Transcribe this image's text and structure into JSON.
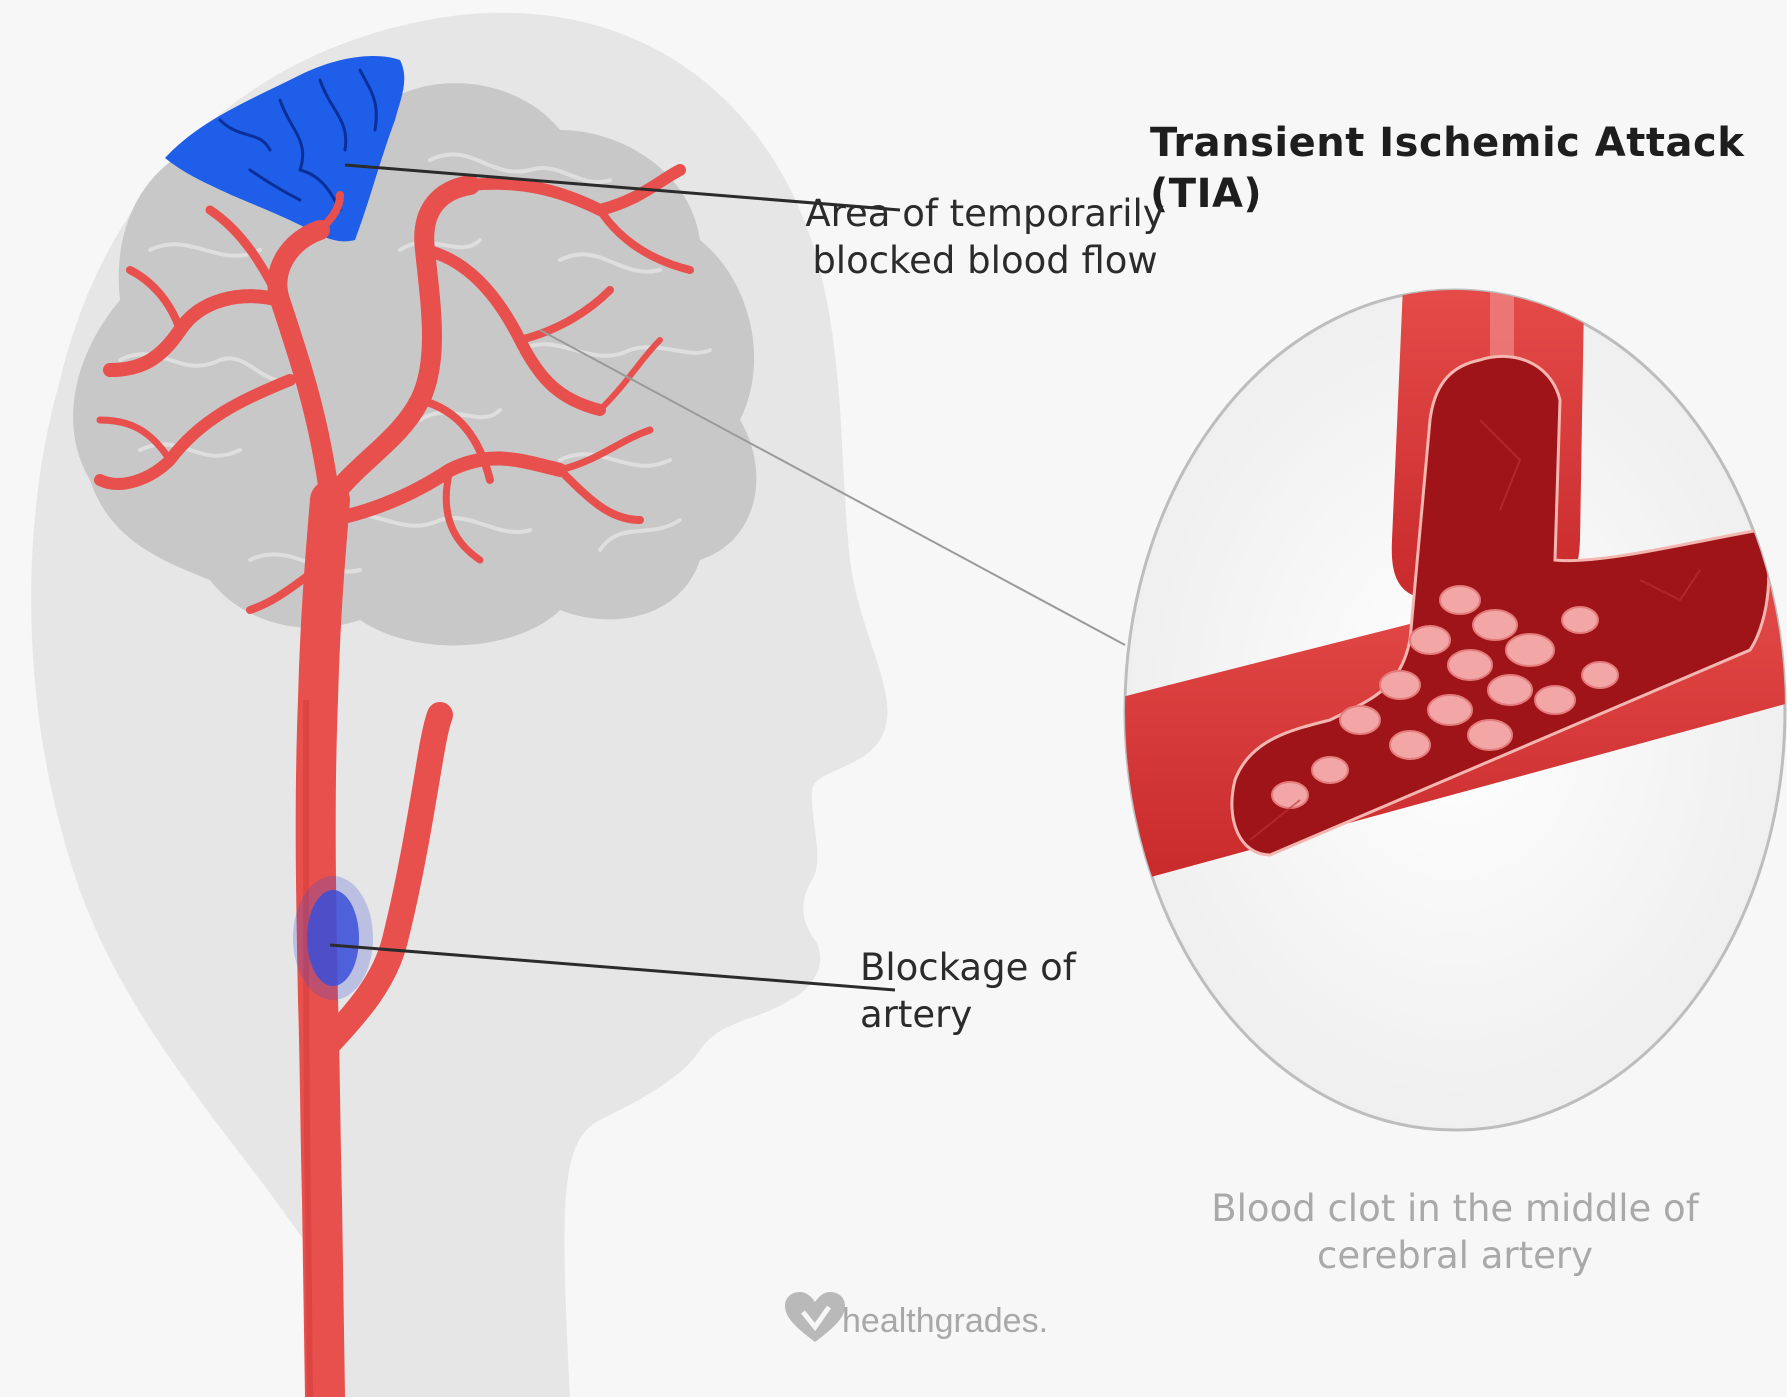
{
  "title": "Transient Ischemic Attack (TIA)",
  "labels": {
    "area_blocked": "Area of temporarily blocked blood flow",
    "blockage": "Blockage of artery",
    "clot": "Blood clot in the middle of cerebral artery"
  },
  "brand": {
    "name": "healthgrades."
  },
  "colors": {
    "background": "#f7f7f7",
    "head_silhouette": "#e6e6e6",
    "brain": "#c8c8c8",
    "artery": "#e8504d",
    "artery_dark": "#b81e22",
    "ischemic_area": "#1f5ee8",
    "blood_cell": "#f2a6a6"
  }
}
